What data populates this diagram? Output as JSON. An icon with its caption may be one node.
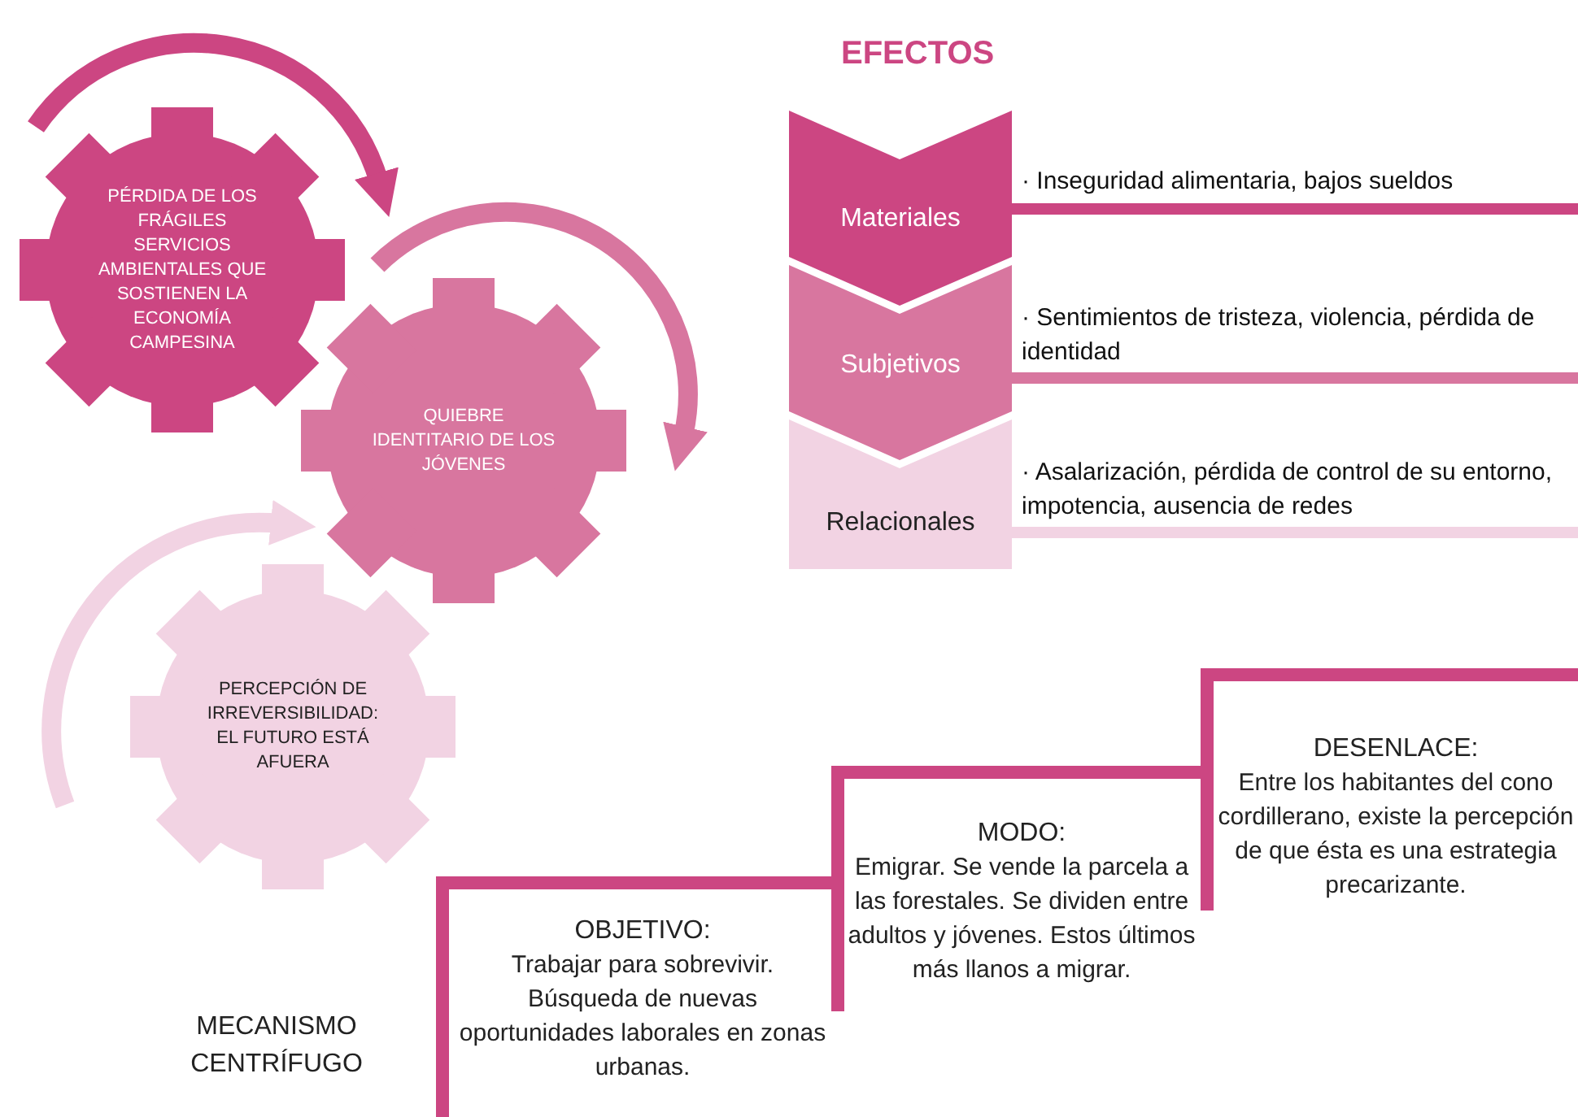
{
  "diagram": {
    "nodes": [
      {
        "text": [
          "PÉRDIDA DE LOS FRÁGILES SERVICIOS AMBIENTALES QUE SOSTIENEN LA ECONOMÍA CAMPESINA"
        ]
      },
      {
        "text": [
          "QUIEBRE IDENTITARIO DE LOS JÓVENES"
        ]
      },
      {
        "text": [
          "PERCEPCIÓN DE IRREVERSIBILIDAD: EL FUTURO ESTÁ AFUERA"
        ]
      },
      {
        "text": [
          "Materiales"
        ],
        "beside": [
          "· Inseguridad alimentaria, bajos sueldos"
        ]
      },
      {
        "text": [
          "Subjetivos"
        ],
        "beside": [
          "· Sentimientos de tristeza, violencia, pérdida de identidad"
        ]
      },
      {
        "text": [
          "Relacionales"
        ],
        "beside": [
          "· Asalarización, pérdida de control de su entorno, impotencia, ausencia de redes"
        ]
      },
      {
        "text": [
          "OBJETIVO:",
          "Trabajar para sobrevivir. Búsqueda de nuevas oportunidades laborales en zonas urbanas."
        ]
      },
      {
        "text": [
          "MODO:",
          "Emigrar. Se vende la parcela a las forestales. Se dividen entre adultos y jóvenes. Estos últimos más llanos a migrar."
        ]
      },
      {
        "text": [
          "DESENLACE:",
          "Entre los habitantes del cono cordillerano, existe la percepción de que ésta es una estrategia precarizante."
        ]
      }
    ],
    "labels": [
      "EFECTOS",
      "MECANISMO CENTRÍFUGO"
    ]
  }
}
